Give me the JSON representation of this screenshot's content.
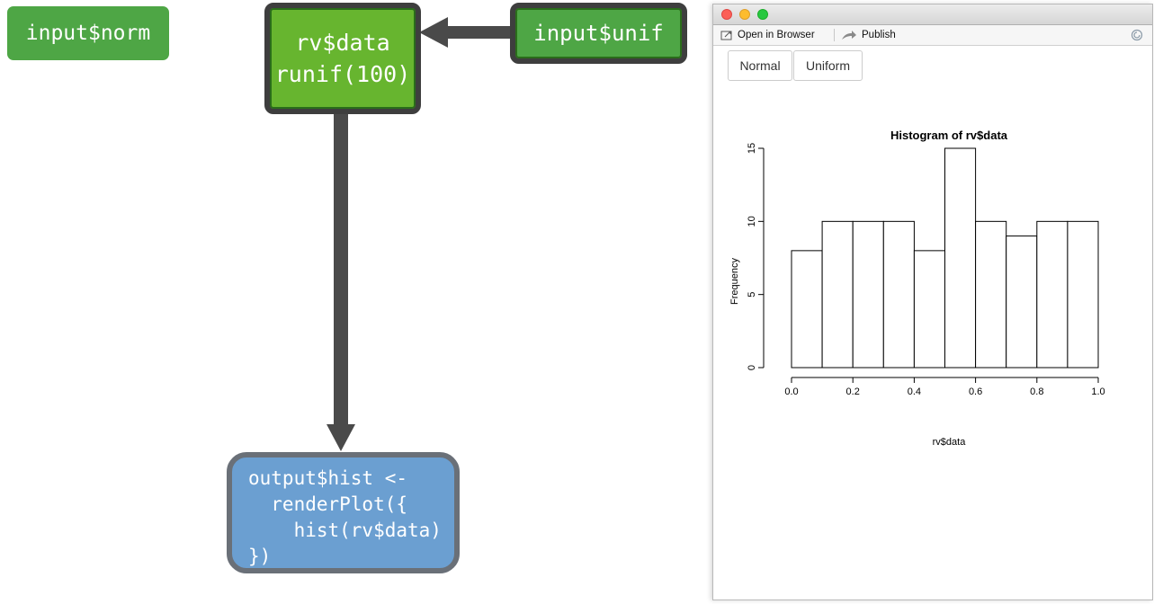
{
  "diagram": {
    "input_norm": "input$norm",
    "rv_line1": "rv$data",
    "rv_line2": "runif(100)",
    "input_unif": "input$unif",
    "output_code": "output$hist <-\n  renderPlot({\n    hist(rv$data)\n})"
  },
  "window": {
    "toolbar": {
      "open_in_browser": "Open in Browser",
      "publish": "Publish"
    },
    "buttons": {
      "normal": "Normal",
      "uniform": "Uniform"
    }
  },
  "chart_data": {
    "type": "bar",
    "title": "Histogram of rv$data",
    "xlabel": "rv$data",
    "ylabel": "Frequency",
    "bins": [
      0.0,
      0.1,
      0.2,
      0.3,
      0.4,
      0.5,
      0.6,
      0.7,
      0.8,
      0.9,
      1.0
    ],
    "values": [
      8,
      10,
      10,
      10,
      8,
      15,
      10,
      9,
      10,
      10
    ],
    "xticks": [
      0.0,
      0.2,
      0.4,
      0.6,
      0.8,
      1.0
    ],
    "xtick_labels": [
      "0.0",
      "0.2",
      "0.4",
      "0.6",
      "0.8",
      "1.0"
    ],
    "yticks": [
      0,
      5,
      10,
      15
    ],
    "ytick_labels": [
      "0",
      "5",
      "10",
      "15"
    ],
    "xlim": [
      0,
      1
    ],
    "ylim": [
      0,
      15
    ]
  }
}
